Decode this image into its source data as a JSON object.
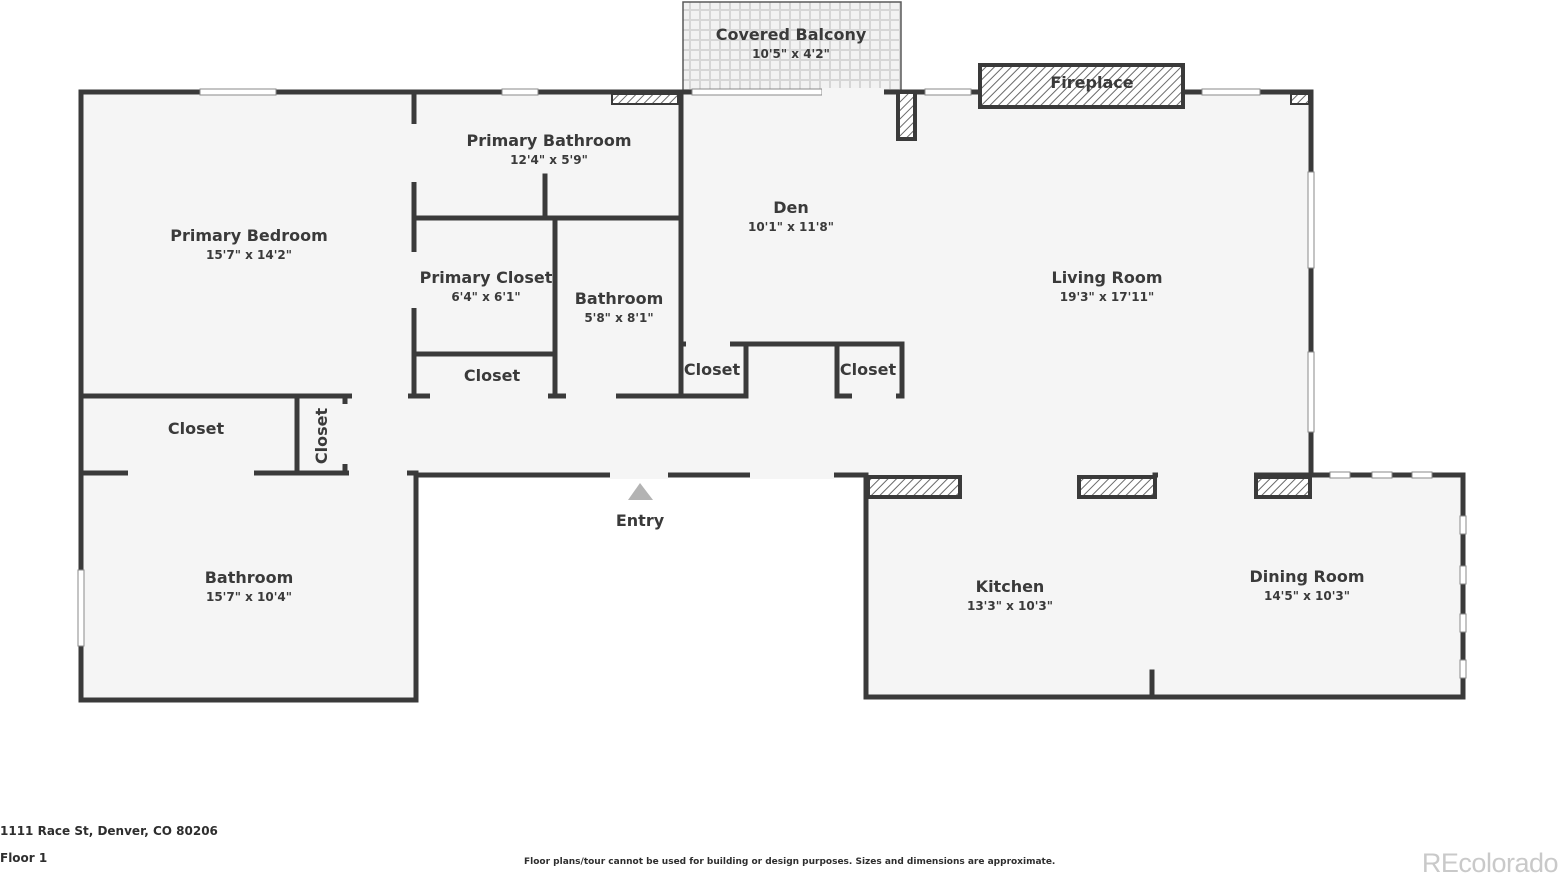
{
  "rooms": {
    "covered_balcony": {
      "name": "Covered Balcony",
      "dims": "10'5\" x 4'2\""
    },
    "fireplace": {
      "name": "Fireplace"
    },
    "primary_bathroom": {
      "name": "Primary Bathroom",
      "dims": "12'4\" x 5'9\""
    },
    "primary_bedroom": {
      "name": "Primary Bedroom",
      "dims": "15'7\" x 14'2\""
    },
    "den": {
      "name": "Den",
      "dims": "10'1\" x 11'8\""
    },
    "living_room": {
      "name": "Living Room",
      "dims": "19'3\" x 17'11\""
    },
    "primary_closet": {
      "name": "Primary Closet",
      "dims": "6'4\" x 6'1\""
    },
    "bathroom_small": {
      "name": "Bathroom",
      "dims": "5'8\" x 8'1\""
    },
    "closet_a": {
      "name": "Closet"
    },
    "closet_b": {
      "name": "Closet"
    },
    "closet_c": {
      "name": "Closet"
    },
    "closet_d": {
      "name": "Closet"
    },
    "closet_e": {
      "name": "Closet"
    },
    "bathroom_large": {
      "name": "Bathroom",
      "dims": "15'7\" x 10'4\""
    },
    "kitchen": {
      "name": "Kitchen",
      "dims": "13'3\" x 10'3\""
    },
    "dining_room": {
      "name": "Dining Room",
      "dims": "14'5\" x 10'3\""
    }
  },
  "entry_label": "Entry",
  "footer": {
    "address": "1111 Race St, Denver, CO 80206",
    "floor": "Floor 1",
    "disclaimer": "Floor plans/tour cannot be used for building or design purposes. Sizes and dimensions are approximate.",
    "logo": "REcolorado"
  },
  "colors": {
    "wall": "#3a3a3a",
    "floor": "#f5f5f5",
    "window": "#ffffff"
  }
}
